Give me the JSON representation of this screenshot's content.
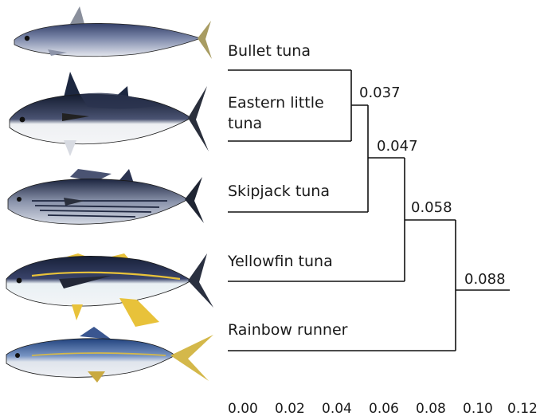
{
  "tree": {
    "species": [
      {
        "id": "bullet",
        "label": "Bullet tuna"
      },
      {
        "id": "eastern",
        "label_lines": [
          "Eastern little",
          "tuna"
        ]
      },
      {
        "id": "skipjack",
        "label": "Skipjack tuna"
      },
      {
        "id": "yellowfin",
        "label": "Yellowfin tuna"
      },
      {
        "id": "rainbow",
        "label": "Rainbow runner"
      }
    ],
    "nodes": [
      {
        "id": "n1",
        "joins": [
          "bullet",
          "eastern"
        ],
        "label": "0.037"
      },
      {
        "id": "n2",
        "joins": [
          "n1",
          "skipjack"
        ],
        "label": "0.047"
      },
      {
        "id": "n3",
        "joins": [
          "n2",
          "yellowfin"
        ],
        "label": "0.058"
      },
      {
        "id": "n4",
        "joins": [
          "n3",
          "rainbow"
        ],
        "label": "0.088"
      }
    ]
  },
  "axis": {
    "ticks": [
      "0.00",
      "0.02",
      "0.04",
      "0.06",
      "0.08",
      "0.10",
      "0.12"
    ]
  },
  "fish_images": [
    {
      "name": "bullet-tuna-illustration",
      "colors": {
        "back": "#3c4a6e",
        "belly": "#dfe3ec",
        "fin": "#9a8f5a"
      }
    },
    {
      "name": "eastern-little-tuna-illustration",
      "colors": {
        "back": "#1c2740",
        "belly": "#eef0f3",
        "fin": "#3a3f4a"
      }
    },
    {
      "name": "skipjack-tuna-illustration",
      "colors": {
        "back": "#26304a",
        "belly": "#c9cfdc",
        "fin": "#2e3648"
      }
    },
    {
      "name": "yellowfin-tuna-illustration",
      "colors": {
        "back": "#1f2a45",
        "belly": "#eef0f3",
        "fin": "#e8c23a"
      }
    },
    {
      "name": "rainbow-runner-illustration",
      "colors": {
        "back": "#2d4d8a",
        "belly": "#e6e9ee",
        "fin": "#d4b84a"
      }
    }
  ]
}
